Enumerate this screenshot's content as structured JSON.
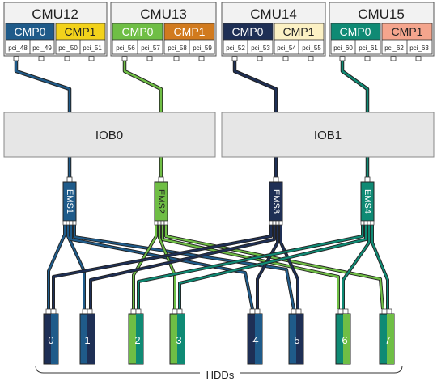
{
  "cmus": [
    {
      "name": "CMU12",
      "cmps": [
        {
          "label": "CMP0",
          "color": "#1f5b8a",
          "text": "#ffffff"
        },
        {
          "label": "CMP1",
          "color": "#f2d21b",
          "text": "#222222"
        }
      ],
      "pcis": [
        "pci_48",
        "pci_49",
        "pci_50",
        "pci_51"
      ]
    },
    {
      "name": "CMU13",
      "cmps": [
        {
          "label": "CMP0",
          "color": "#6fbe45",
          "text": "#ffffff"
        },
        {
          "label": "CMP1",
          "color": "#d17a1e",
          "text": "#ffffff"
        }
      ],
      "pcis": [
        "pci_56",
        "pci_57",
        "pci_58",
        "pci_59"
      ]
    },
    {
      "name": "CMU14",
      "cmps": [
        {
          "label": "CMP0",
          "color": "#1e2f55",
          "text": "#ffffff"
        },
        {
          "label": "CMP1",
          "color": "#fcf1c4",
          "text": "#222222"
        }
      ],
      "pcis": [
        "pci_52",
        "pci_53",
        "pci_54",
        "pci_55"
      ]
    },
    {
      "name": "CMU15",
      "cmps": [
        {
          "label": "CMP0",
          "color": "#0f8a74",
          "text": "#ffffff"
        },
        {
          "label": "CMP1",
          "color": "#f4a58d",
          "text": "#222222"
        }
      ],
      "pcis": [
        "pci_60",
        "pci_61",
        "pci_62",
        "pci_63"
      ]
    }
  ],
  "iobs": [
    "IOB0",
    "IOB1"
  ],
  "emss": [
    {
      "label": "EMS1",
      "color": "#1f5b8a"
    },
    {
      "label": "EMS2",
      "color": "#6fbe45"
    },
    {
      "label": "EMS3",
      "color": "#1e2f55"
    },
    {
      "label": "EMS4",
      "color": "#0f8a74"
    }
  ],
  "hdds": [
    "0",
    "1",
    "2",
    "3",
    "4",
    "5",
    "6",
    "7"
  ],
  "hdd_group_label": "HDDs",
  "colors": {
    "ems1_cable": "#1f5b8a",
    "ems2_cable": "#6fbe45",
    "ems3_cable": "#1e2f55",
    "ems4_cable": "#0f8a74",
    "iob_fill": "#e6e6e6",
    "cmu_fill": "#f2f2f2"
  }
}
